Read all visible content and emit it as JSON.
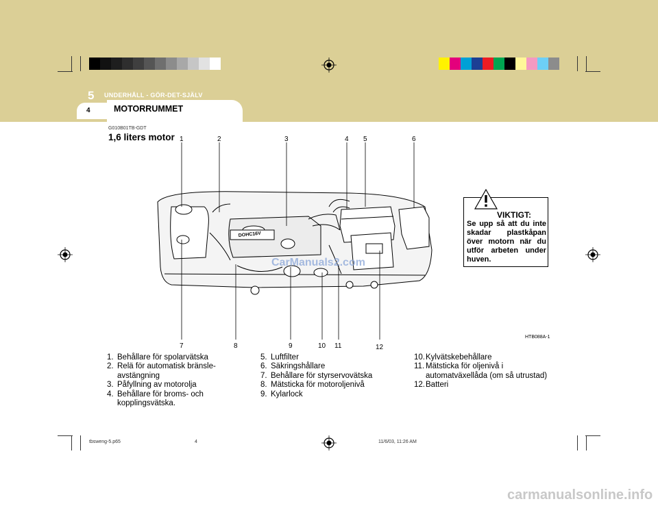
{
  "header": {
    "chapter_number": "5",
    "chapter_title": "UNDERHÅLL - GÖR-DET-SJÄLV",
    "page_number": "4",
    "section_title": "MOTORRUMMET"
  },
  "section": {
    "code": "G010B01TB-GDT",
    "heading": "1,6 liters motor"
  },
  "figure": {
    "callout_numbers": [
      "1",
      "2",
      "3",
      "4",
      "5",
      "6",
      "7",
      "8",
      "9",
      "10",
      "11",
      "12"
    ],
    "image_code": "HTB088A-1",
    "engine_logo": "DOHC16V"
  },
  "warning": {
    "title": "VIKTIGT:",
    "text": "Se upp så att du inte skadar plastkåpan över motorn när du utför arbeten under huven."
  },
  "parts_list": {
    "col1": [
      {
        "n": "1.",
        "text": "Behållare för spolarvätska"
      },
      {
        "n": "2.",
        "text": "Relä för automatisk bränsle-avstängning"
      },
      {
        "n": "3.",
        "text": "Påfyllning av motorolja"
      },
      {
        "n": "4.",
        "text": "Behållare för broms- och kopplingsvätska."
      }
    ],
    "col2": [
      {
        "n": "5.",
        "text": "Luftfilter"
      },
      {
        "n": "6.",
        "text": "Säkringshållare"
      },
      {
        "n": "7.",
        "text": "Behållare för styrservovätska"
      },
      {
        "n": "8.",
        "text": "Mätsticka för motoroljenivå"
      },
      {
        "n": "9.",
        "text": "Kylarlock"
      }
    ],
    "col3": [
      {
        "n": "10.",
        "text": "Kylvätskebehållare"
      },
      {
        "n": "11.",
        "text": "Mätsticka för oljenivå i automatväxellåda (om så utrustad)"
      },
      {
        "n": "12.",
        "text": "Batteri"
      }
    ]
  },
  "footer": {
    "filename": "tbsweng-5.p65",
    "page": "4",
    "date": "11/6/03, 11:26 AM"
  },
  "watermark": {
    "center": "CarManuals2.com",
    "bottom": "carmanualsonline.info"
  },
  "colors": {
    "band": "#dbcf96",
    "grayscale_bar": [
      "#000000",
      "#111111",
      "#1e1e1e",
      "#2e2e2e",
      "#3f3f3f",
      "#555555",
      "#6f6f6f",
      "#8c8c8c",
      "#a8a8a8",
      "#c6c6c6",
      "#e2e2e2",
      "#ffffff"
    ],
    "process_bar": [
      "#fff200",
      "#e4007c",
      "#00a0d6",
      "#1c3f94",
      "#ed1c24",
      "#00a651",
      "#000000",
      "#fff799",
      "#f49ac1",
      "#6dcff6",
      "#8c8c8c"
    ]
  }
}
